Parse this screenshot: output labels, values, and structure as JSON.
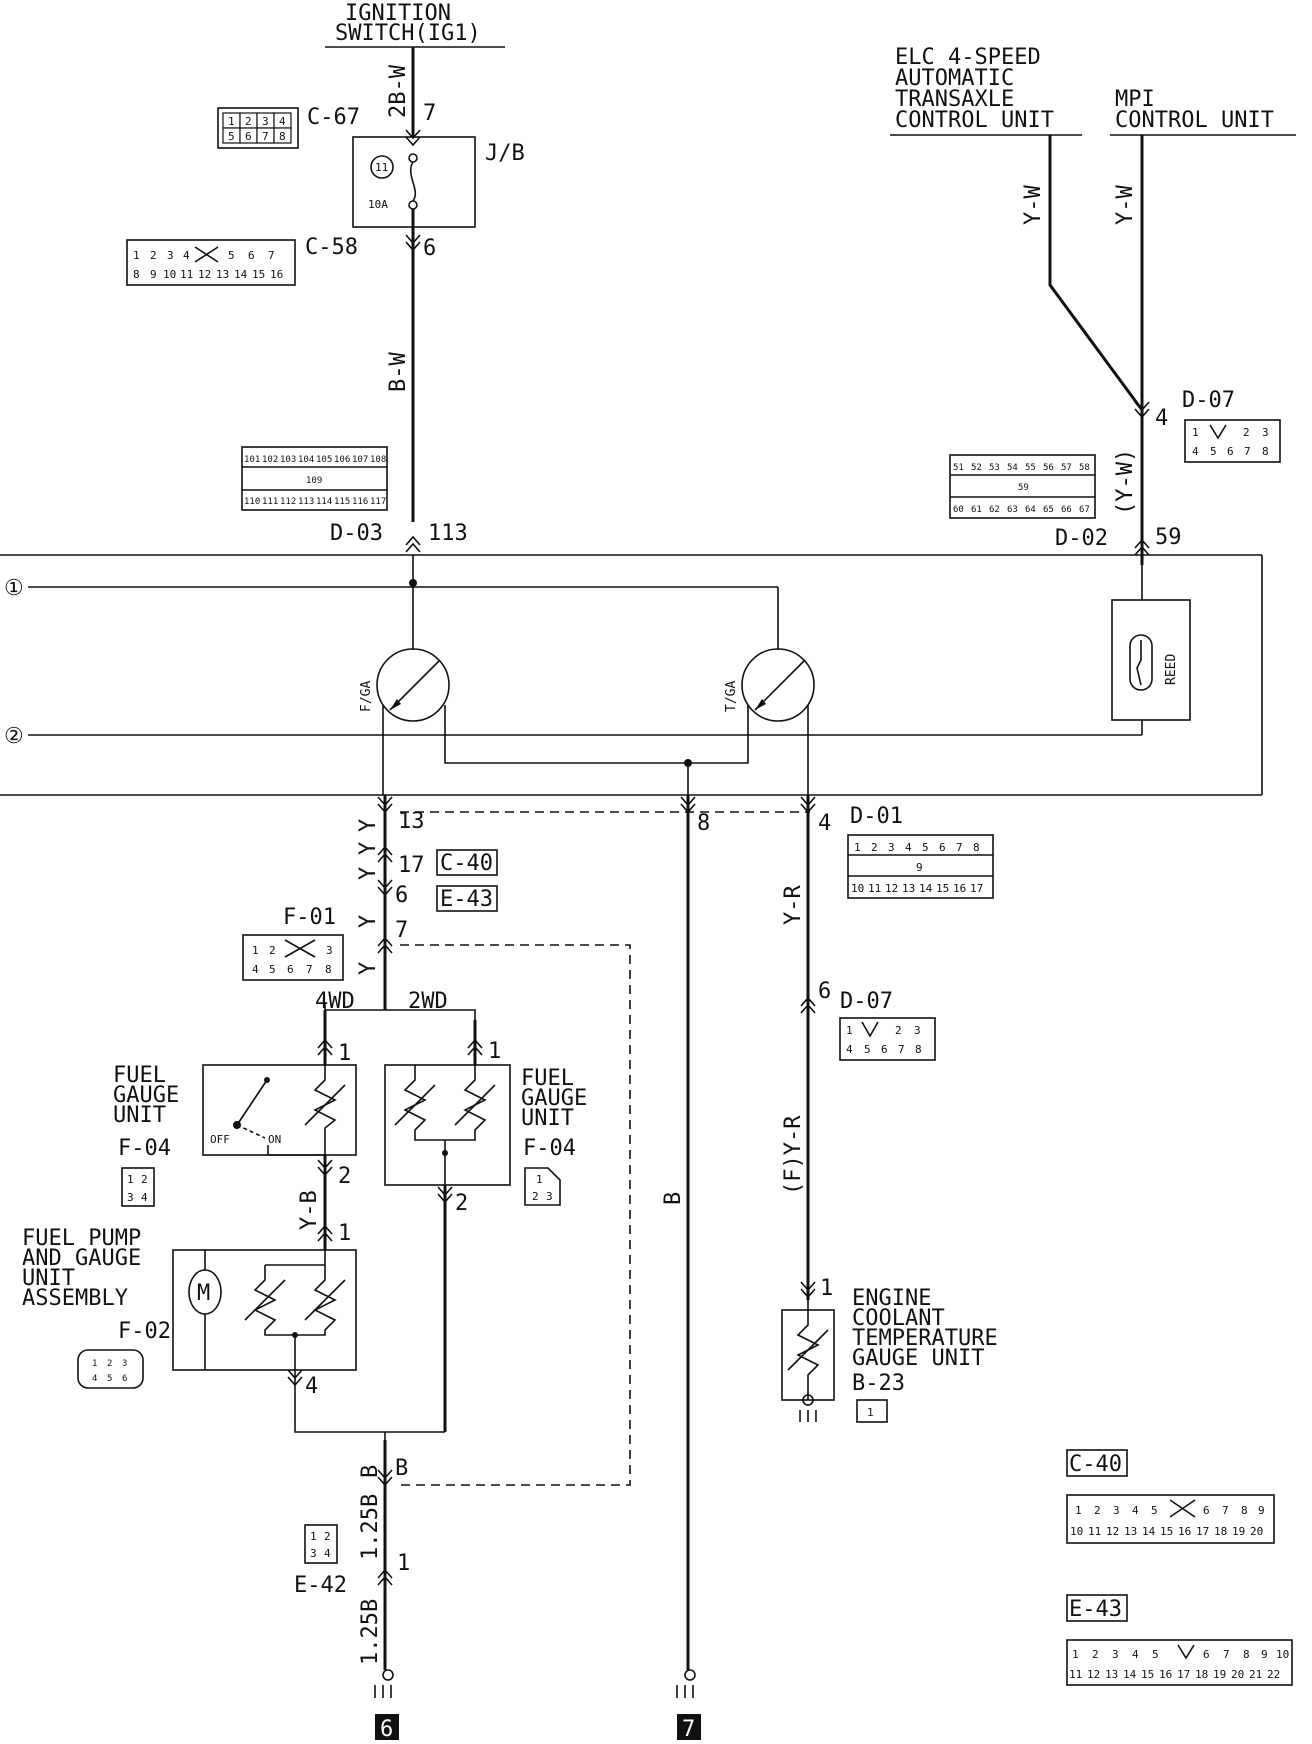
{
  "sources": {
    "ignition": [
      "IGNITION",
      "SWITCH(IG1)"
    ],
    "elc": [
      "ELC 4-SPEED",
      "AUTOMATIC",
      "TRANSAXLE",
      "CONTROL UNIT"
    ],
    "mpi": [
      "MPI",
      "CONTROL UNIT"
    ]
  },
  "wires": {
    "ign_top": "2B-W",
    "ign_main": "B-W",
    "elc": "Y-W",
    "mpi": "Y-W",
    "reed_in": "(Y-W)",
    "fuel_y1": "Y",
    "fuel_y2": "Y",
    "fuel_y3": "Y",
    "fuel_y4": "Y",
    "fuel_y5": "Y",
    "yb": "Y-B",
    "b_ground": "B",
    "b_ground2": "B",
    "b_mid": "B",
    "yr1": "Y-R",
    "yr2": "(F)Y-R",
    "g125a": "1.25B",
    "g125b": "1.25B"
  },
  "junction_block": {
    "label": "J/B",
    "fuse_no": "11",
    "fuse_rating": "10A"
  },
  "pins": {
    "c67": "7",
    "c58": "6",
    "d03": "113",
    "d07a": "4",
    "d02": "59",
    "meter13": "13",
    "meter8": "8",
    "meter4": "4",
    "c40": "17",
    "e43": "6",
    "f01": "7",
    "d07b": "6",
    "fg4_1": "1",
    "fg4_2": "2",
    "fg2_1": "1",
    "fg2_2": "2",
    "fp1": "1",
    "fp4": "4",
    "ect1": "1",
    "e42": "1"
  },
  "connector_names": {
    "c67": "C-67",
    "c58": "C-58",
    "d03": "D-03",
    "d02": "D-02",
    "d07a": "D-07",
    "d01": "D-01",
    "d07b": "D-07",
    "f01": "F-01",
    "f04a": "F-04",
    "f04b": "F-04",
    "f02": "F-02",
    "b23": "B-23",
    "e42": "E-42",
    "c40": "C-40",
    "e43": "E-43",
    "c40_legend": "C-40",
    "e43_legend": "E-43"
  },
  "connector_cells": {
    "c67": [
      [
        "1",
        "2",
        "3",
        "4"
      ],
      [
        "5",
        "6",
        "7",
        "8"
      ]
    ],
    "c58": [
      [
        "1",
        "2",
        "3",
        "4",
        "",
        "5",
        "6",
        "7"
      ],
      [
        "8",
        "9",
        "10",
        "11",
        "12",
        "13",
        "14",
        "15",
        "16"
      ]
    ],
    "d03": [
      [
        "101",
        "102",
        "103",
        "104",
        "105",
        "106",
        "107",
        "108"
      ],
      [
        "109"
      ],
      [
        "110",
        "111",
        "112",
        "113",
        "114",
        "115",
        "116",
        "117"
      ]
    ],
    "d02": [
      [
        "51",
        "52",
        "53",
        "54",
        "55",
        "56",
        "57",
        "58"
      ],
      [
        "59"
      ],
      [
        "60",
        "61",
        "62",
        "63",
        "64",
        "65",
        "66",
        "67"
      ]
    ],
    "d07a": [
      [
        "1",
        "",
        "2",
        "3"
      ],
      [
        "4",
        "5",
        "6",
        "7",
        "8"
      ]
    ],
    "d01": [
      [
        "1",
        "2",
        "3",
        "4",
        "5",
        "6",
        "7",
        "8"
      ],
      [
        "9"
      ],
      [
        "10",
        "11",
        "12",
        "13",
        "14",
        "15",
        "16",
        "17"
      ]
    ],
    "d07b": [
      [
        "1",
        "",
        "2",
        "3"
      ],
      [
        "4",
        "5",
        "6",
        "7",
        "8"
      ]
    ],
    "f01": [
      [
        "1",
        "2",
        "",
        "3"
      ],
      [
        "4",
        "5",
        "6",
        "7",
        "8"
      ]
    ],
    "f04a": [
      [
        "1",
        "2"
      ],
      [
        "3",
        "4"
      ]
    ],
    "f04b": [
      [
        "1"
      ],
      [
        "2",
        "3"
      ]
    ],
    "f02": [
      "1",
      "2",
      "3",
      "4",
      "5",
      "6"
    ],
    "b23": [
      "1"
    ],
    "e42": [
      [
        "1",
        "2"
      ],
      [
        "3",
        "4"
      ]
    ],
    "c40_legend": [
      [
        "1",
        "2",
        "3",
        "4",
        "5",
        "",
        "6",
        "7",
        "8",
        "9"
      ],
      [
        "10",
        "11",
        "12",
        "13",
        "14",
        "15",
        "16",
        "17",
        "18",
        "19",
        "20"
      ]
    ],
    "e43_legend": [
      [
        "1",
        "2",
        "3",
        "4",
        "5",
        "",
        "6",
        "7",
        "8",
        "9",
        "10"
      ],
      [
        "11",
        "12",
        "13",
        "14",
        "15",
        "16",
        "17",
        "18",
        "19",
        "20",
        "21",
        "22"
      ]
    ]
  },
  "meter": {
    "terminal1": "①",
    "terminal2": "②",
    "fuel_gauge": "F/GA",
    "temp_gauge": "T/GA",
    "reed": "REED"
  },
  "fuel_gauge_unit": [
    "FUEL",
    "GAUGE",
    "UNIT"
  ],
  "switch": {
    "off": "OFF",
    "on": "ON"
  },
  "drive": {
    "four_wd": "4WD",
    "two_wd": "2WD"
  },
  "fuel_pump": [
    "FUEL PUMP",
    "AND GAUGE",
    "UNIT",
    "ASSEMBLY"
  ],
  "motor": "M",
  "coolant": [
    "ENGINE",
    "COOLANT",
    "TEMPERATURE",
    "GAUGE UNIT"
  ],
  "grounds": {
    "g6": "6",
    "g7": "7"
  }
}
